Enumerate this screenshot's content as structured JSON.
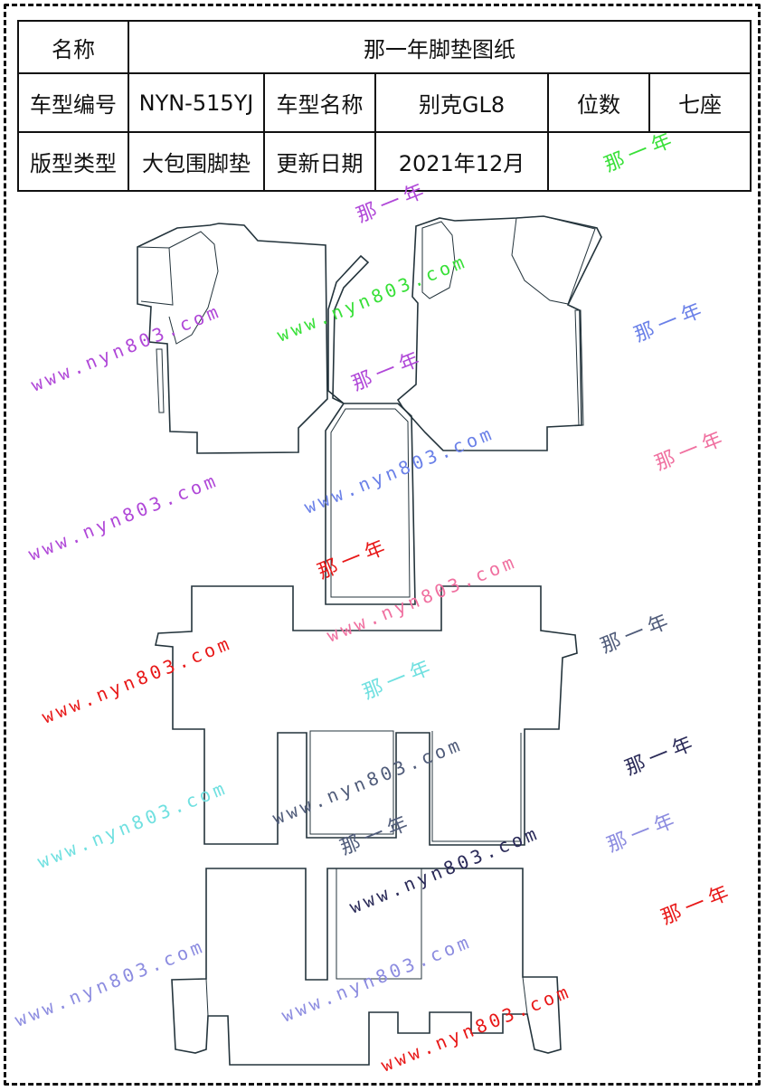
{
  "header": {
    "name_label": "名称",
    "name_value": "那一年脚垫图纸",
    "model_code_label": "车型编号",
    "model_code_value": "NYN-515YJ",
    "model_name_label": "车型名称",
    "model_name_value": "别克GL8",
    "seats_label": "位数",
    "seats_value": "七座",
    "type_label": "版型类型",
    "type_value": "大包围脚垫",
    "date_label": "更新日期",
    "date_value": "2021年12月"
  },
  "watermarks": {
    "url": "www.nyn803.com",
    "brand": "那一年"
  },
  "colors": {
    "outline": "#24343c",
    "wm_purple": "#b048d8",
    "wm_red": "#e81818",
    "wm_green": "#38e038",
    "wm_blue": "#6a80e8",
    "wm_pink": "#f070a0",
    "wm_cyan": "#70e0e0",
    "wm_slate": "#505c7a",
    "wm_navy": "#2a2a58",
    "wm_lavender": "#8c8ce0"
  }
}
